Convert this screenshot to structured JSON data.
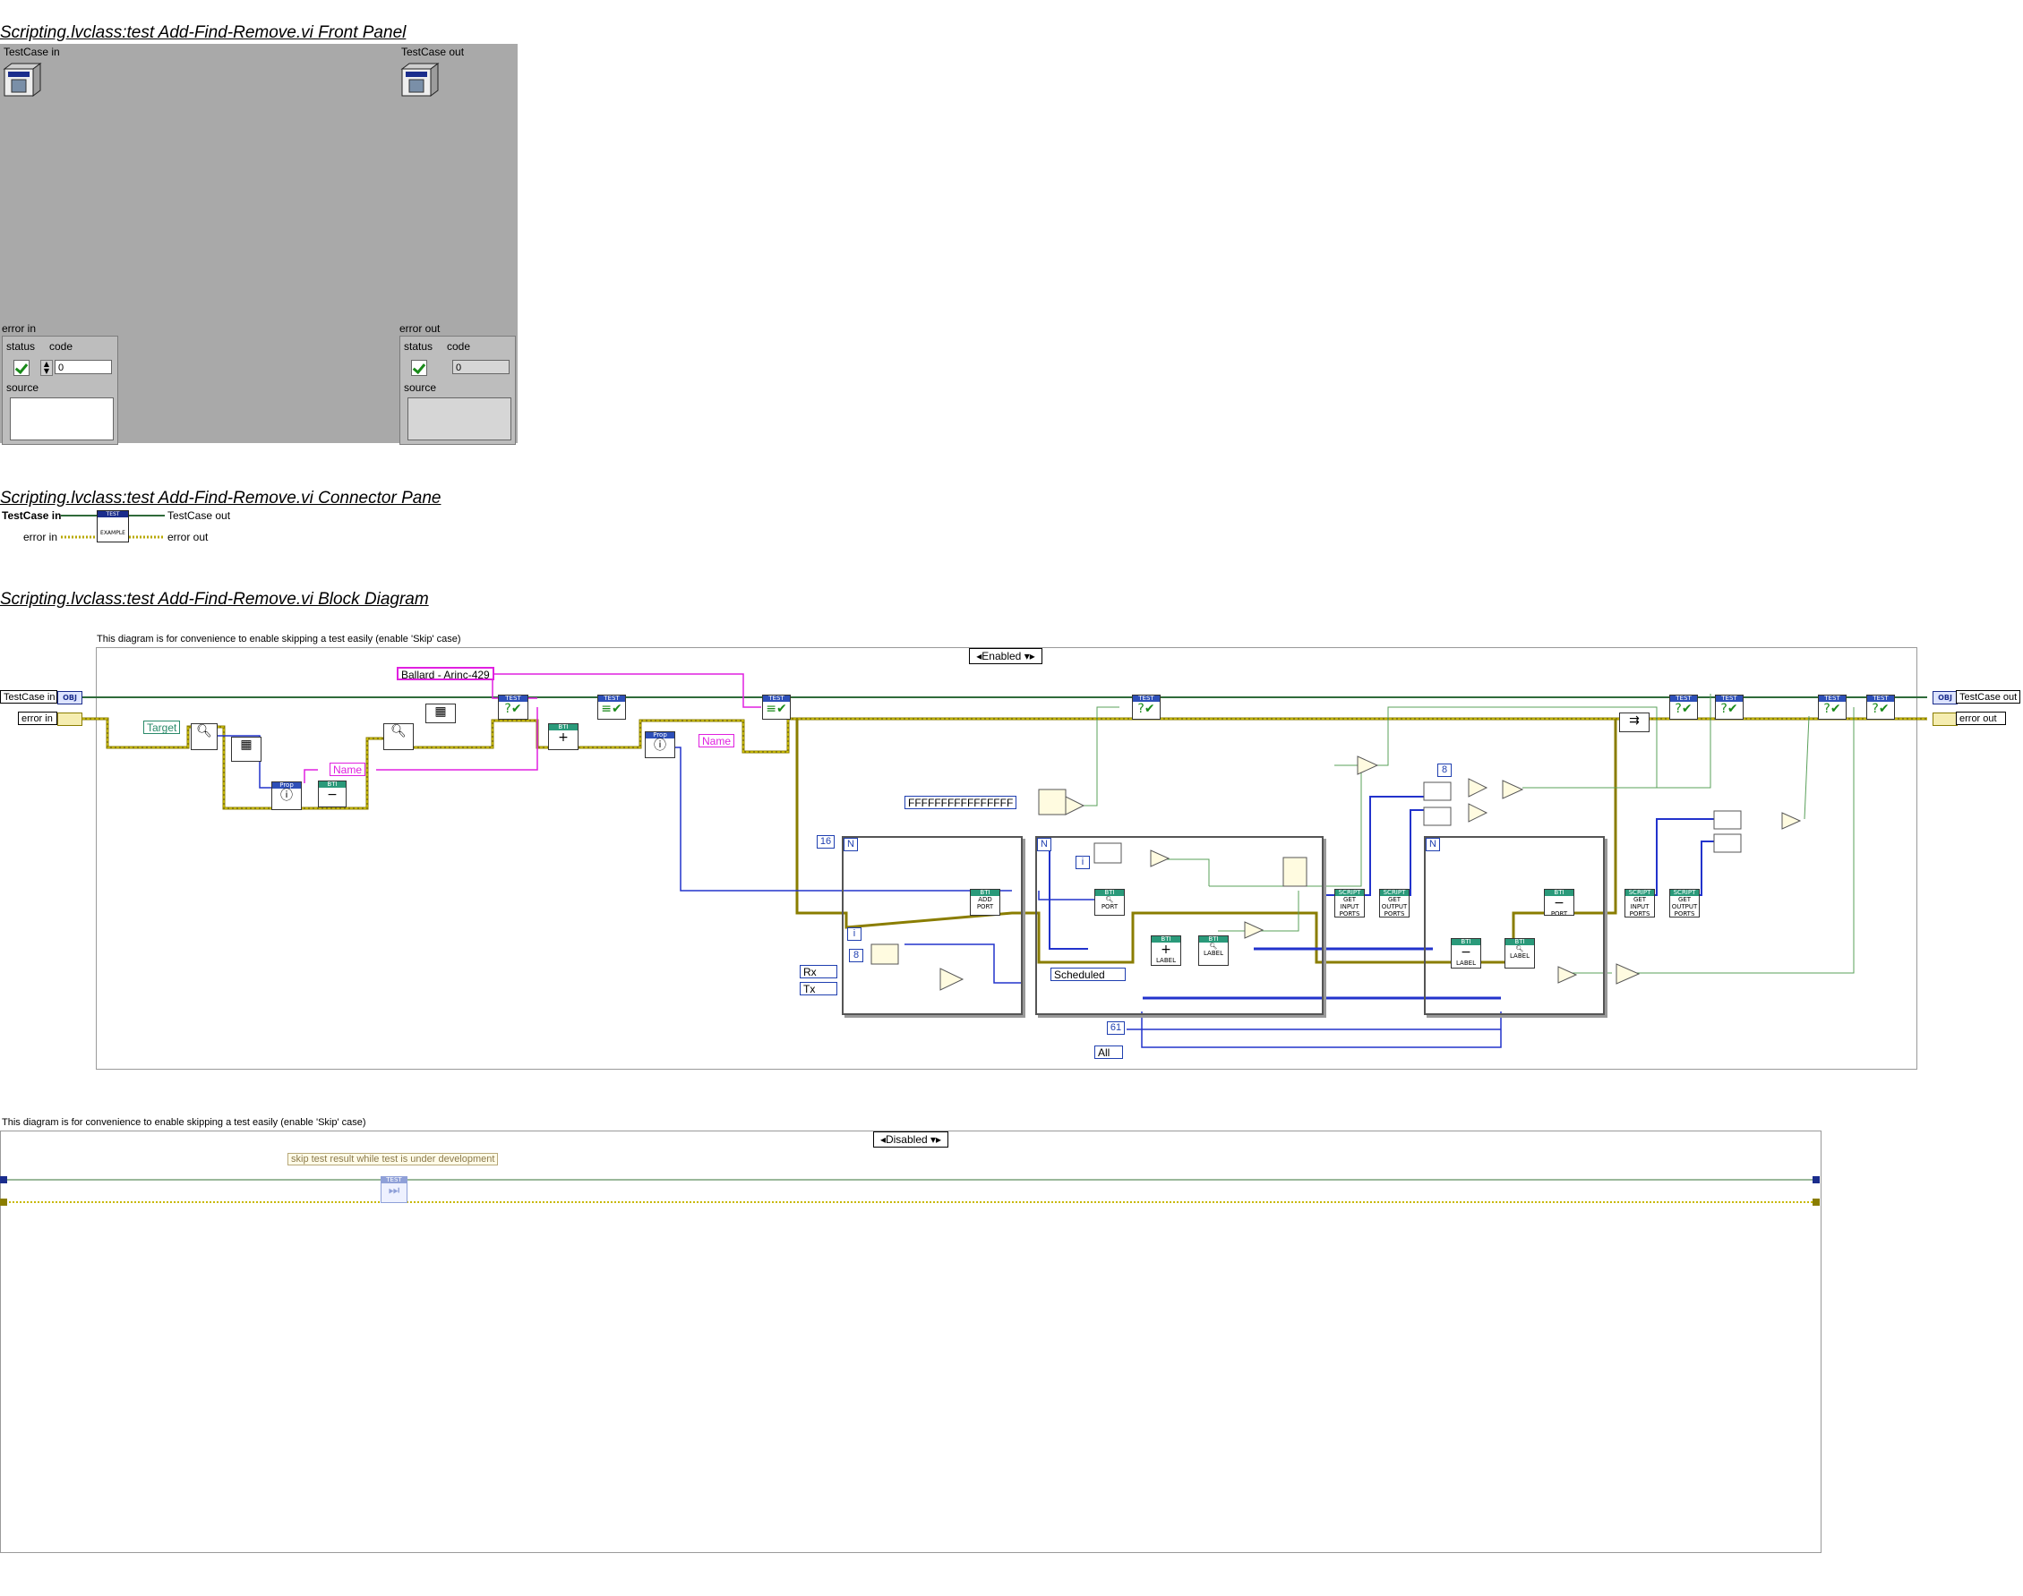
{
  "front_panel": {
    "title": "Scripting.lvclass:test Add-Find-Remove.vi Front Panel",
    "testcase_in_label": "TestCase in",
    "testcase_out_label": "TestCase out",
    "error_in": {
      "label": "error in",
      "status_label": "status",
      "code_label": "code",
      "code_value": "0",
      "source_label": "source"
    },
    "error_out": {
      "label": "error out",
      "status_label": "status",
      "code_label": "code",
      "code_value": "0",
      "source_label": "source"
    }
  },
  "connector_pane": {
    "title": "Scripting.lvclass:test Add-Find-Remove.vi Connector Pane",
    "testcase_in": "TestCase in",
    "testcase_out": "TestCase out",
    "error_in": "error in",
    "error_out": "error out",
    "icon_top": "TEST",
    "icon_bottom": "EXAMPLE"
  },
  "block_diagram": {
    "title": "Scripting.lvclass:test Add-Find-Remove.vi Block Diagram",
    "enabled_structure": {
      "comment": "This diagram is for convenience to enable skipping a test easily (enable 'Skip' case)",
      "case_label": "Enabled"
    },
    "disabled_structure": {
      "comment": "This diagram is for convenience to enable skipping a test easily (enable 'Skip' case)",
      "case_label": "Disabled",
      "skip_note": "skip test result while test is under development"
    },
    "terminals": {
      "testcase_in": "TestCase in",
      "error_in": "error in",
      "testcase_out": "TestCase out",
      "error_out": "error out",
      "obj_tag": "OBJ"
    },
    "constants": {
      "ballard": "Ballard - Arinc-429",
      "target": "Target",
      "name1": "Name",
      "name2": "Name",
      "hex": "FFFFFFFFFFFFFFFF",
      "n16": "16",
      "n8": "8",
      "rx": "Rx",
      "tx": "Tx",
      "scheduled": "Scheduled",
      "n61": "61",
      "all": "All",
      "n8b": "8"
    },
    "node_labels": {
      "add_port": "ADD PORT",
      "port": "PORT",
      "label": "LABEL",
      "get_input_ports": "GET INPUT PORTS",
      "get_output_ports": "GET OUTPUT PORTS",
      "script": "SCRIPT"
    }
  }
}
